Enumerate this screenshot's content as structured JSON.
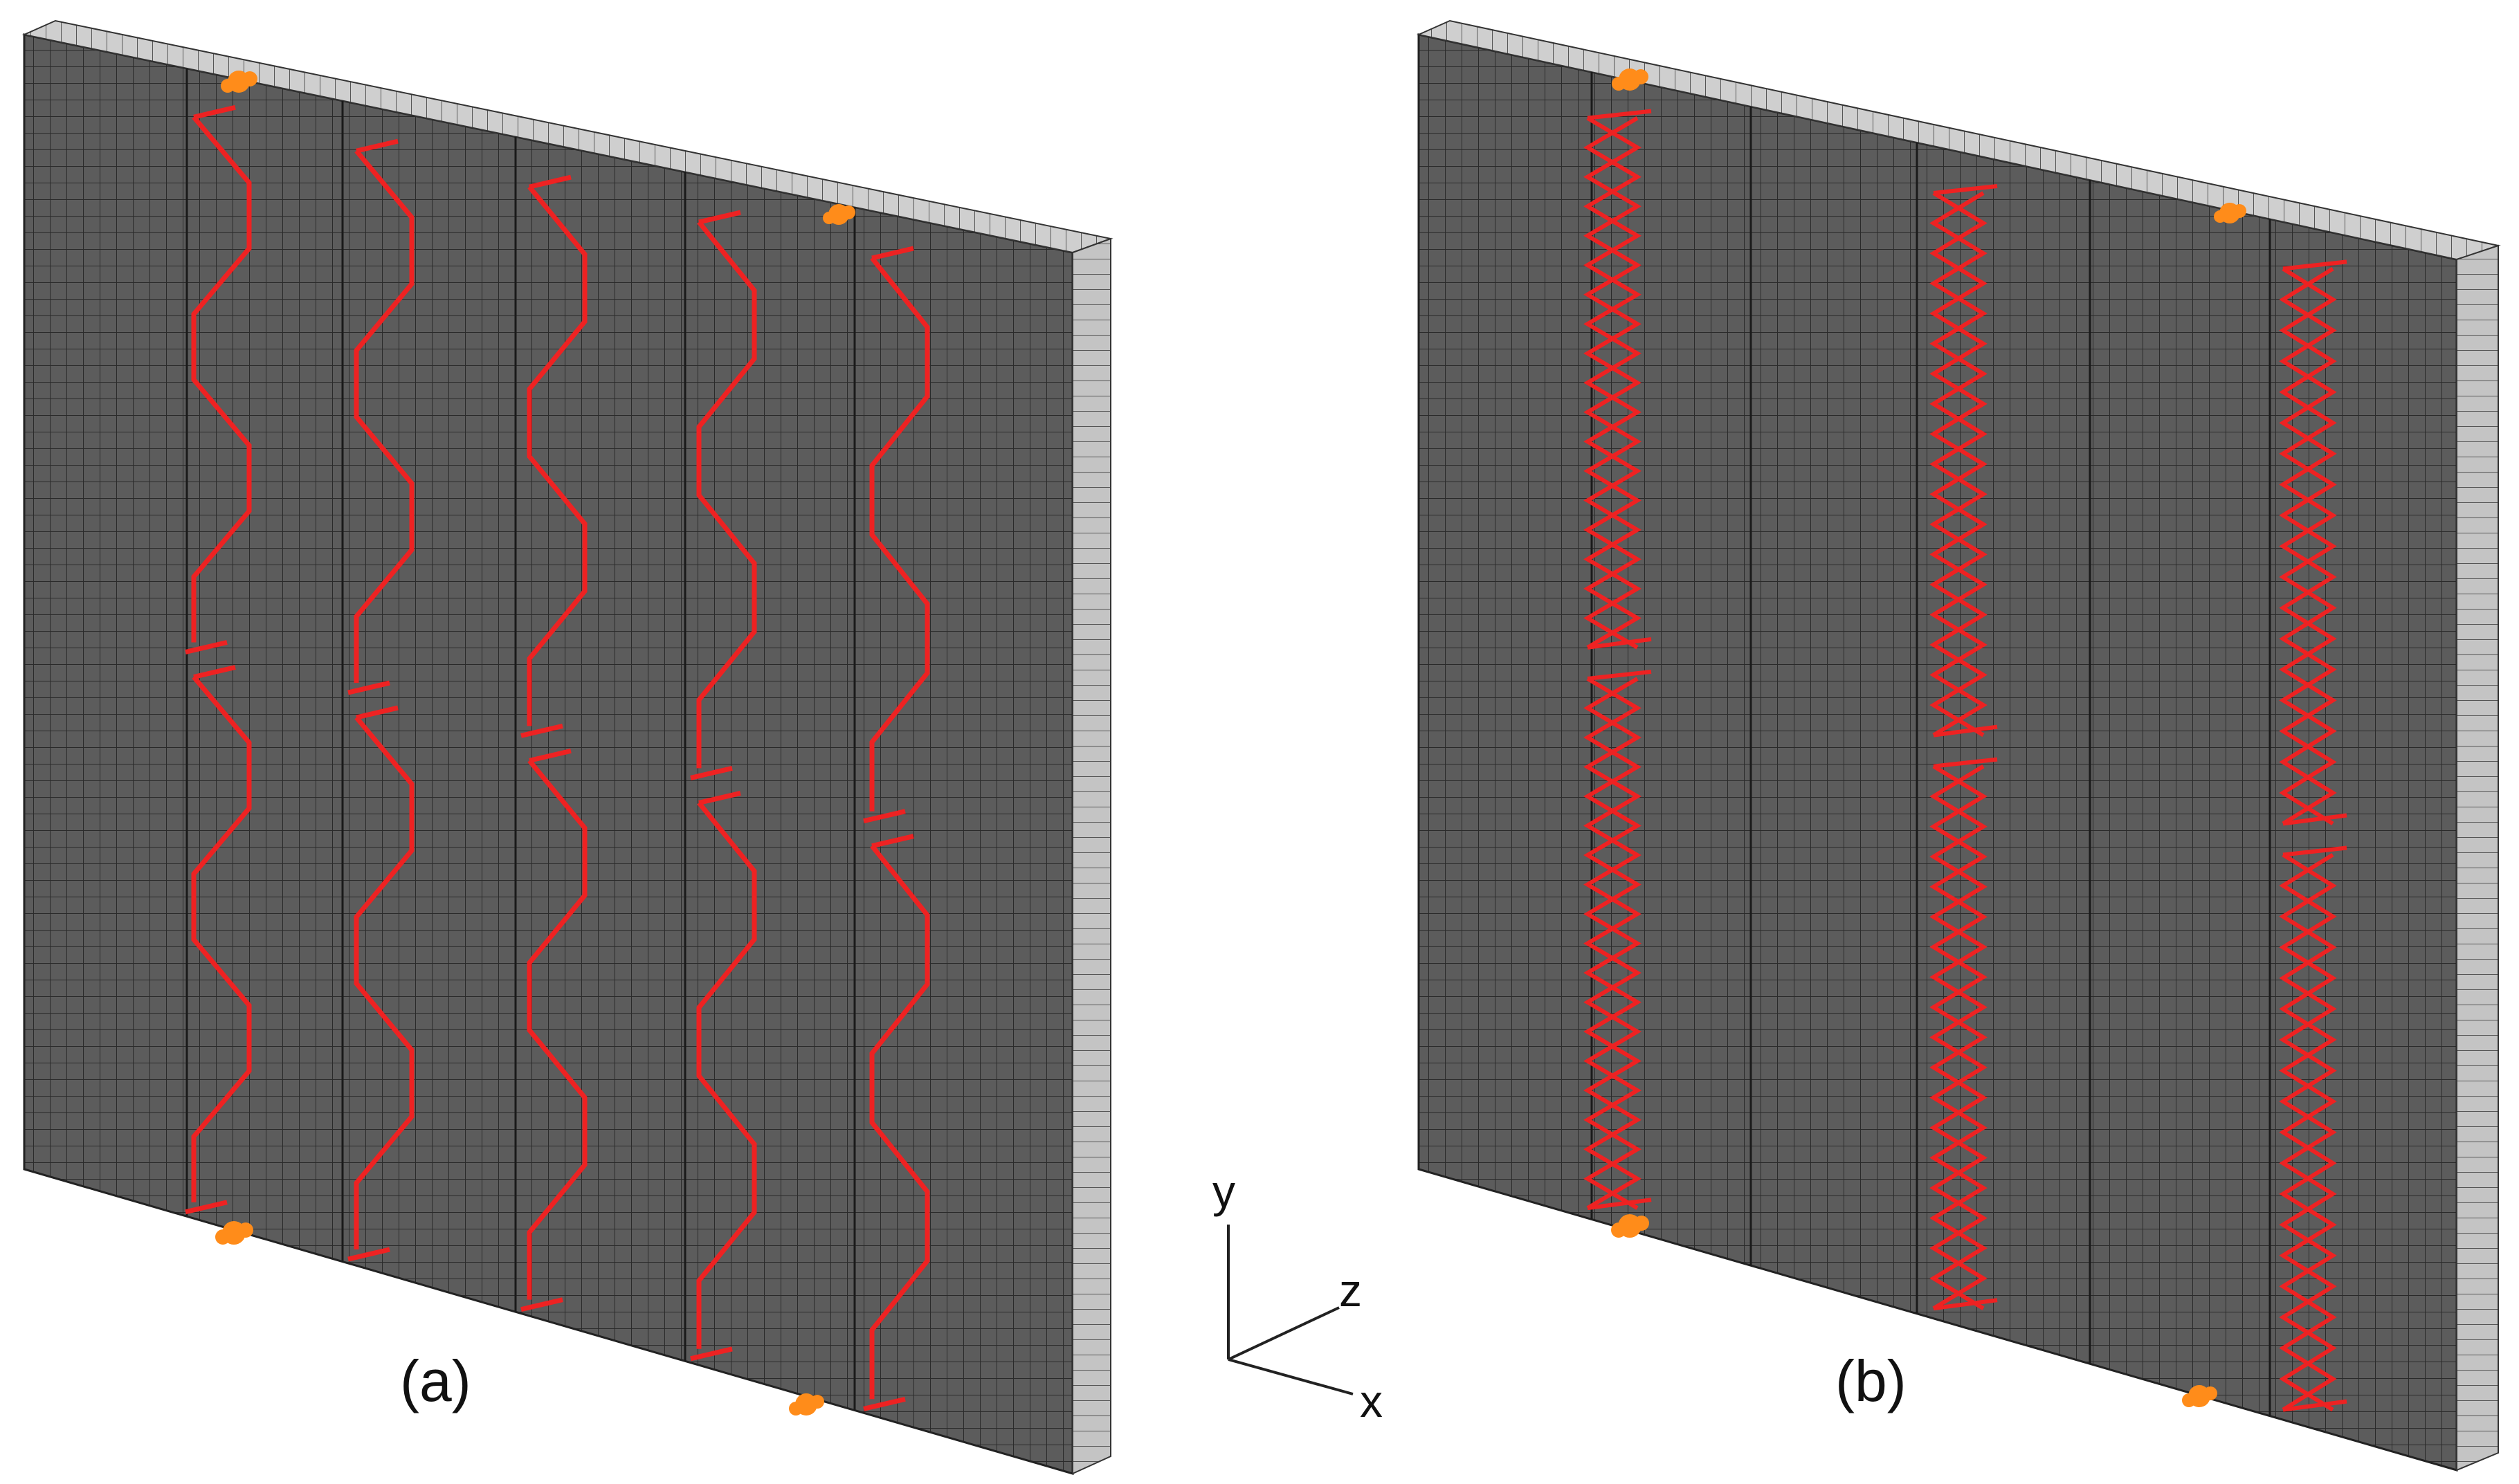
{
  "panels": [
    {
      "label": "(a)",
      "truss_count": 5,
      "pattern": "zigzag"
    },
    {
      "label": "(b)",
      "truss_count": 3,
      "pattern": "crossed-double-helix"
    }
  ],
  "axes": {
    "y": "y",
    "z": "z",
    "x": "x"
  },
  "colors": {
    "mesh_face": "#5c5c5c",
    "mesh_line": "#2a2a2a",
    "top_face": "#cfcfcf",
    "side_face": "#bdbdbd",
    "truss": "#ee2222",
    "support": "#ff8c1a"
  },
  "icons": {
    "support": "support-marker-icon",
    "axes": "axis-triad-icon"
  }
}
